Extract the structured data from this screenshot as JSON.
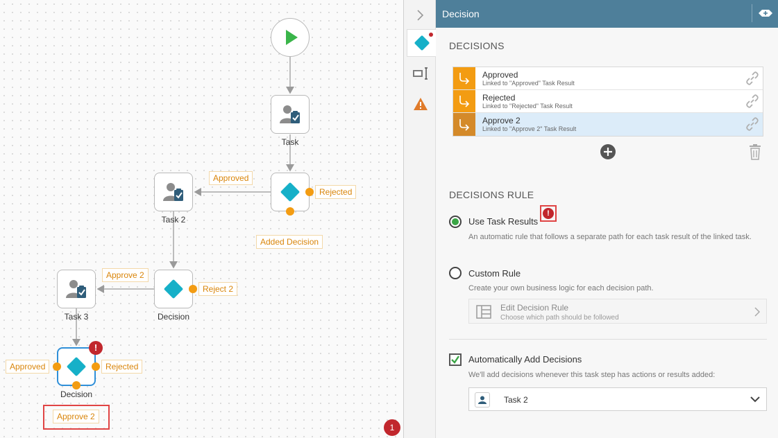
{
  "canvas": {
    "nodes": {
      "task1": "Task",
      "task2": "Task 2",
      "task3": "Task 3",
      "decision2": "Decision",
      "decision3": "Decision"
    },
    "tags": {
      "approved_1": "Approved",
      "rejected_1": "Rejected",
      "added_decision": "Added Decision",
      "approve2_1": "Approve 2",
      "reject2": "Reject 2",
      "approved_2": "Approved",
      "rejected_2": "Rejected",
      "approve2_2": "Approve 2"
    },
    "error_count": "1",
    "node_error": "!"
  },
  "panel": {
    "title": "Decision",
    "decisions_heading": "DECISIONS",
    "decisions": [
      {
        "name": "Approved",
        "sub": "Linked to \"Approved\" Task Result"
      },
      {
        "name": "Rejected",
        "sub": "Linked to \"Rejected\" Task Result"
      },
      {
        "name": "Approve 2",
        "sub": "Linked to \"Approve 2\" Task Result"
      }
    ],
    "rule_heading": "DECISIONS RULE",
    "use_task_results_label": "Use Task Results",
    "rule_error": "!",
    "use_task_results_desc": "An automatic rule that follows a separate path for each task result of the linked task.",
    "custom_rule_label": "Custom Rule",
    "custom_rule_desc": "Create your own business logic for each decision path.",
    "edit_rule_title": "Edit Decision Rule",
    "edit_rule_sub": "Choose which path should be followed",
    "auto_add_label": "Automatically Add Decisions",
    "auto_add_desc": "We'll add decisions whenever this task step has actions or results added:",
    "task_select_value": "Task 2"
  },
  "colors": {
    "header": "#4e7f9a",
    "accent_orange": "#f39c12",
    "decision_teal": "#16b0c8",
    "error_red": "#c1272d",
    "radio_green": "#3aa545"
  }
}
